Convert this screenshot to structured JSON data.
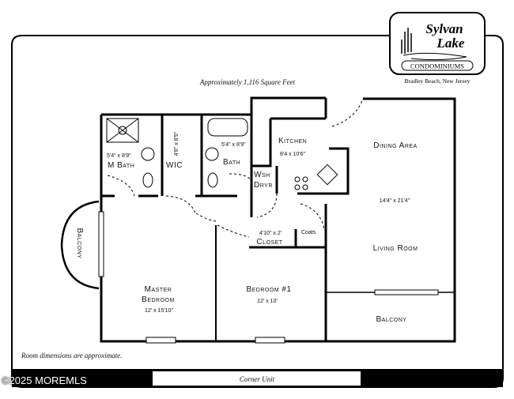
{
  "logo": {
    "line1": "Sylvan",
    "line2": "Lake",
    "sub": "CONDOMINIUMS",
    "location": "Bradley Beach, New Jersey"
  },
  "header": {
    "area": "Approximately 1,116 Square Feet"
  },
  "rooms": {
    "m_bath": {
      "label": "M Bath",
      "dim": "5'4\" x 8'9\""
    },
    "wic": {
      "label": "WIC",
      "dim": "4'8\" x 8'9\""
    },
    "bath": {
      "label": "Bath",
      "dim": "5'4\" x 8'9\""
    },
    "kitchen": {
      "label": "Kitchen",
      "dim": "8'4 x 10'6\""
    },
    "wsh": {
      "label1": "Wsh",
      "label2": "Dryr"
    },
    "dining": {
      "label": "Dining Area",
      "dim": "14'4\" x 21'4\""
    },
    "living": {
      "label": "Living Room"
    },
    "coats": {
      "label": "Coats"
    },
    "closet": {
      "label": "Closet",
      "dim": "4'10\" x 2'"
    },
    "balcony_left": {
      "label": "Balcony"
    },
    "master": {
      "label1": "Master",
      "label2": "Bedroom",
      "dim": "12' x 15'10\""
    },
    "bedroom1": {
      "label": "Bedroom #1",
      "dim": "12' x 10'"
    },
    "balcony_right": {
      "label": "Balcony"
    }
  },
  "footer": {
    "note": "Room dimensions are approximate.",
    "unit": "Corner Unit",
    "watermark": "©2025 MOREMLS"
  }
}
